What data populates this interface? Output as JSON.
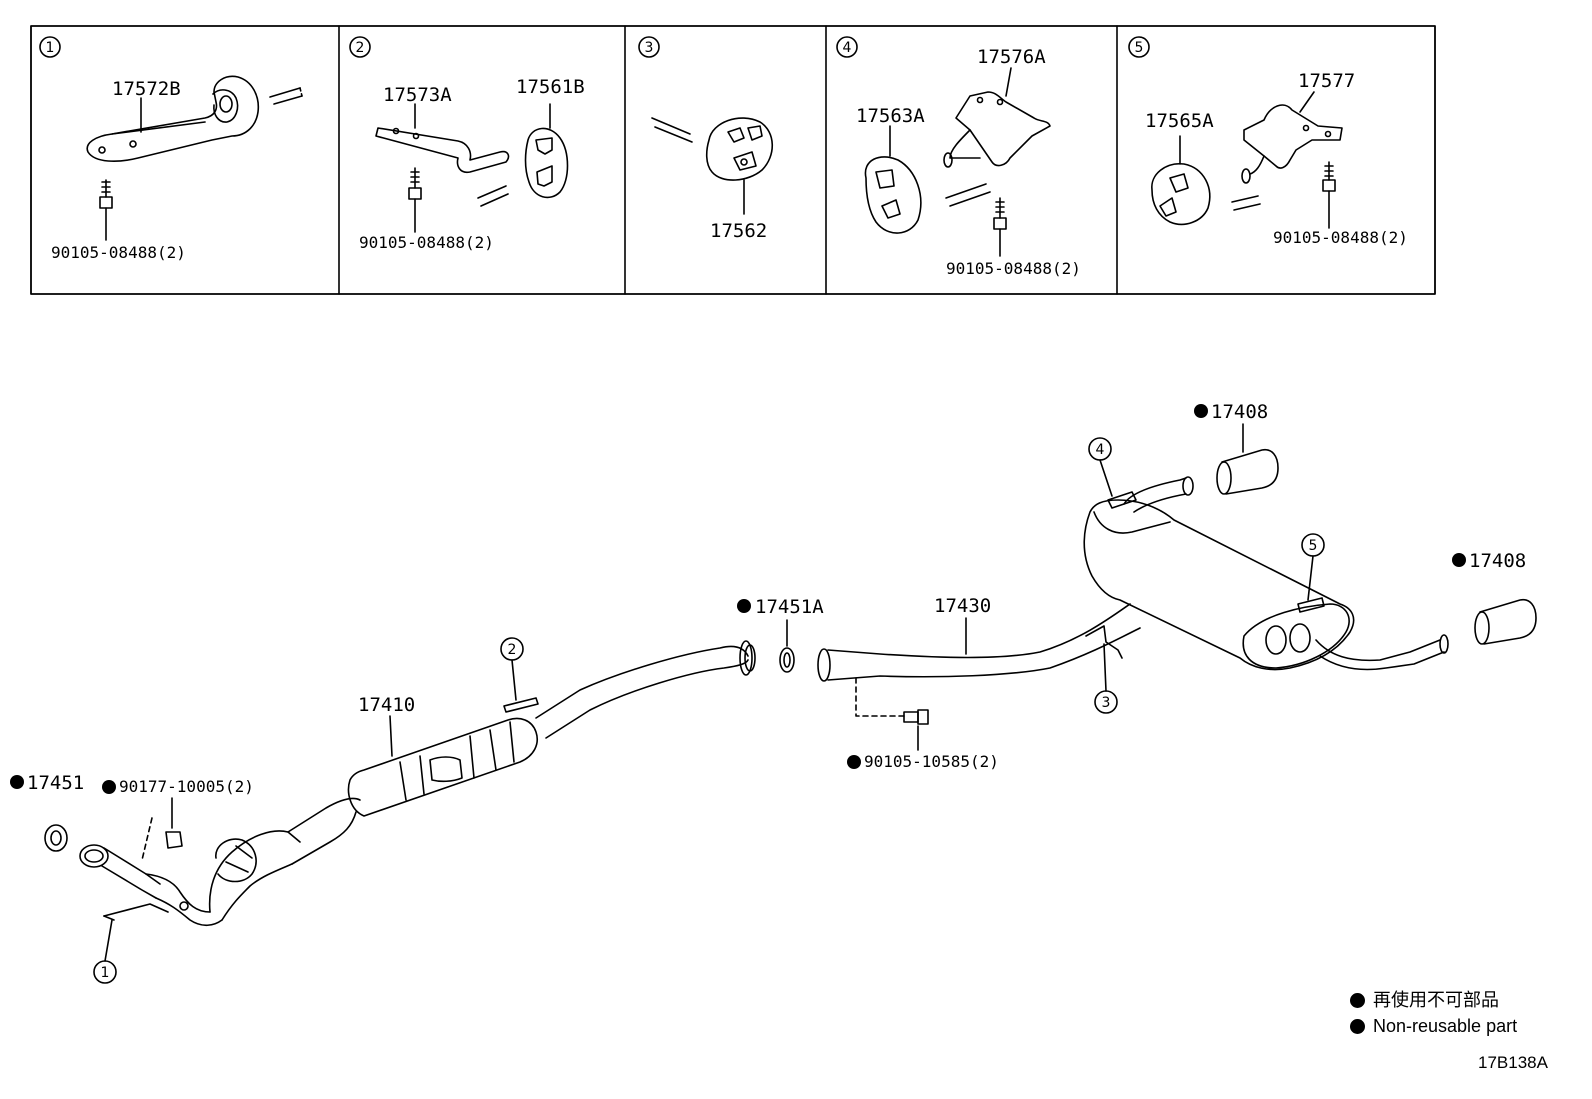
{
  "panels": [
    {
      "no": "1",
      "parts": [
        "17572B"
      ],
      "bolt": "90105-08488(2)"
    },
    {
      "no": "2",
      "parts": [
        "17573A",
        "17561B"
      ],
      "bolt": "90105-08488(2)"
    },
    {
      "no": "3",
      "parts": [
        "17562"
      ],
      "bolt": ""
    },
    {
      "no": "4",
      "parts": [
        "17576A",
        "17563A"
      ],
      "bolt": "90105-08488(2)"
    },
    {
      "no": "5",
      "parts": [
        "17577",
        "17565A"
      ],
      "bolt": "90105-08488(2)"
    }
  ],
  "main": {
    "tail_pipe_upper": "17408",
    "tail_pipe_right": "17408",
    "gasket_center": "17451A",
    "rear_pipe": "17430",
    "front_pipe": "17410",
    "gasket_front": "17451",
    "nut": "90177-10005(2)",
    "bolt": "90105-10585(2)",
    "callouts": [
      "1",
      "2",
      "3",
      "4",
      "5"
    ]
  },
  "legend": {
    "jp": "再使用不可部品",
    "en": "Non-reusable part"
  },
  "diagram_code": "17B138A"
}
